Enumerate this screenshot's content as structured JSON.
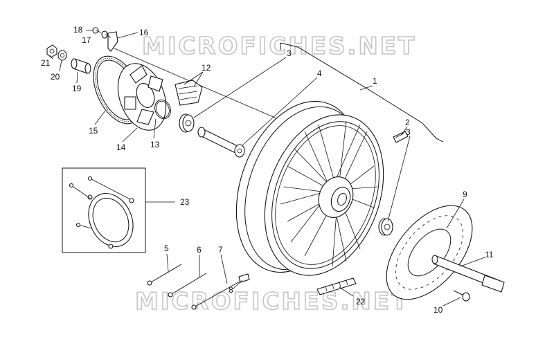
{
  "watermark": "MICROFICHES.NET",
  "labels": {
    "p1": "1",
    "p2": "2",
    "p3a": "3",
    "p3b": "3",
    "p4": "4",
    "p5": "5",
    "p6": "6",
    "p7": "7",
    "p8": "8",
    "p9": "9",
    "p10": "10",
    "p11": "11",
    "p12": "12",
    "p13": "13",
    "p14": "14",
    "p15": "15",
    "p16": "16",
    "p17": "17",
    "p18": "18",
    "p19": "19",
    "p20": "20",
    "p21": "21",
    "p22": "22",
    "p23": "23"
  }
}
